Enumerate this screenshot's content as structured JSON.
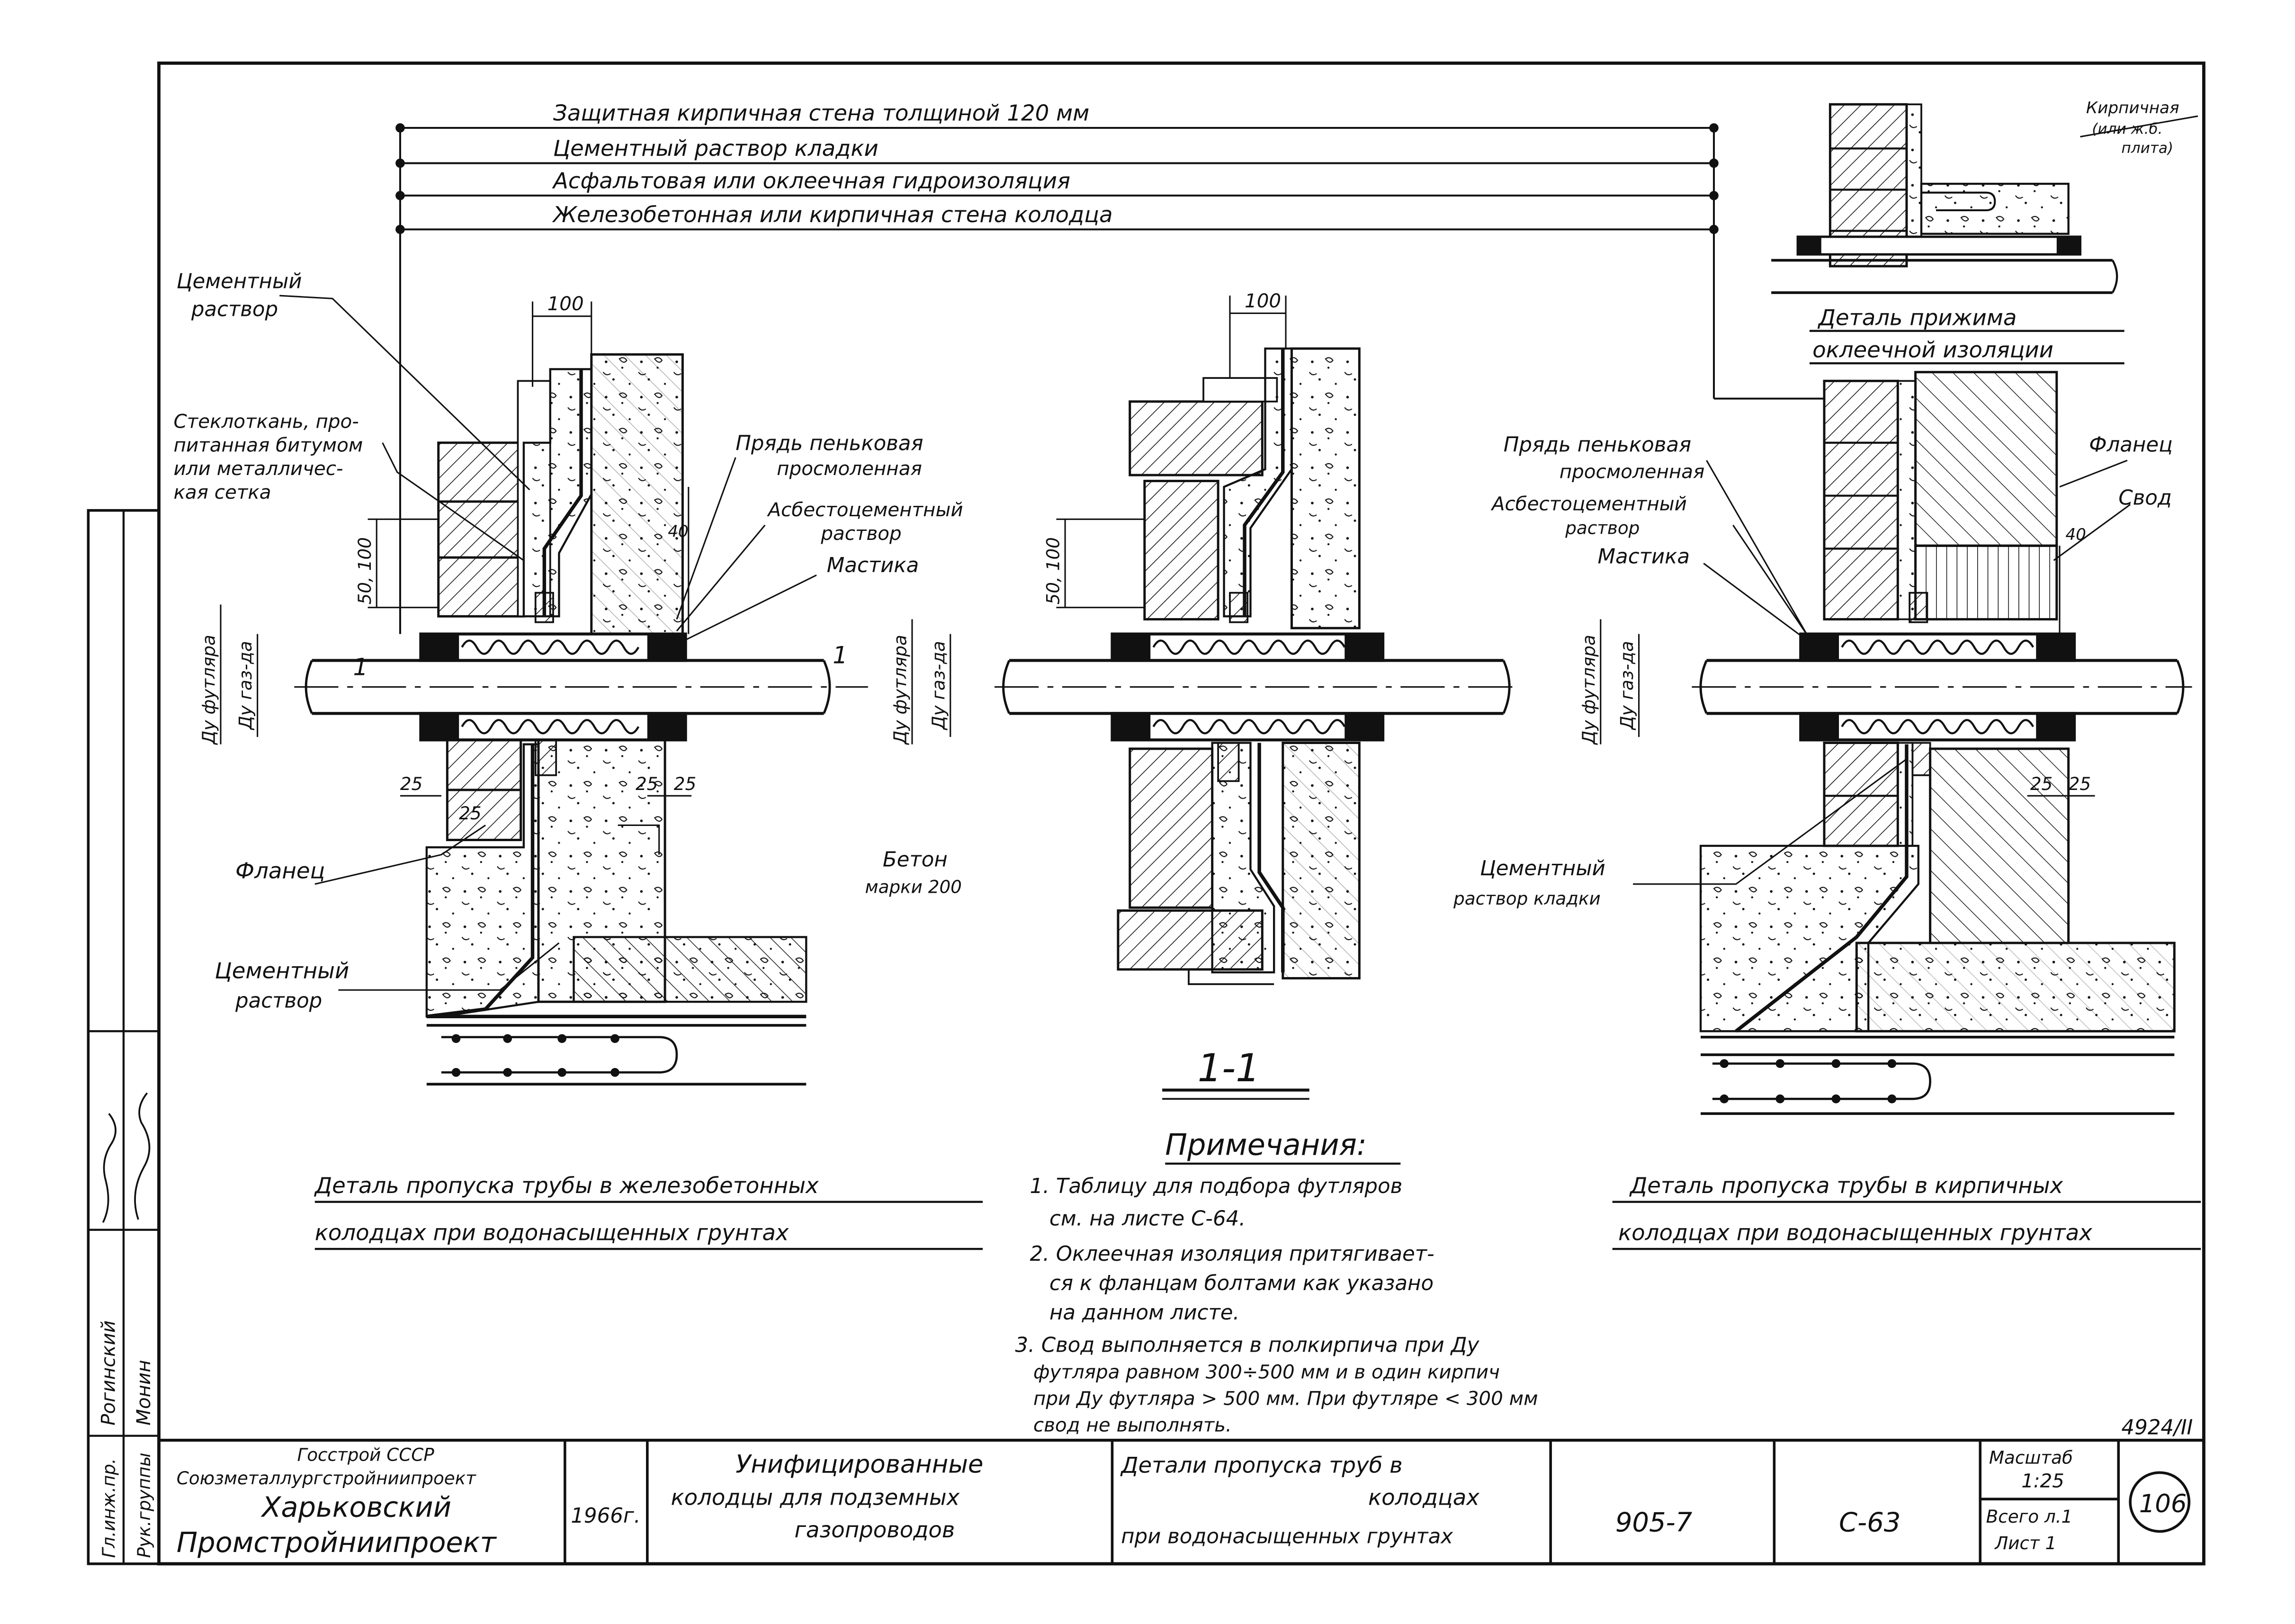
{
  "layers": {
    "l1": "Защитная кирпичная стена толщиной 120 мм",
    "l2": "Цементный раствор кладки",
    "l3": "Асфальтовая или оклеечная гидроизоляция",
    "l4": "Железобетонная или кирпичная стена колодца"
  },
  "left": {
    "cement1": [
      "Цементный",
      "раствор"
    ],
    "glass": [
      "Стеклоткань, про-",
      "питанная битумом",
      "или металличес-",
      "кая сетка"
    ],
    "hemp": [
      "Прядь пеньковая",
      "просмоленная"
    ],
    "asb": [
      "Асбестоцементный",
      "раствор"
    ],
    "mastic": "Мастика",
    "flange": "Фланец",
    "concrete": [
      "Бетон",
      "марки 200"
    ],
    "cement2": [
      "Цементный",
      "раствор"
    ],
    "dim100": "100",
    "dim50": "50, 100",
    "dim40": "40",
    "dim25a": "25",
    "dim25b": "25",
    "dim25c": "25",
    "dim25d": "25",
    "du_sleeve": "Ду футляра",
    "du_pipe": "Ду газ-да",
    "sec": "1",
    "title1": "Деталь пропуска трубы в железобетонных",
    "title2": "колодцах при водонасыщенных грунтах"
  },
  "center": {
    "dim100": "100",
    "dim50": "50, 100",
    "du_sleeve": "Ду футляра",
    "du_pipe": "Ду газ-да",
    "section": "1-1"
  },
  "right": {
    "brick": [
      "Кирпичная",
      "(или ж.б.",
      "плита)"
    ],
    "detail": [
      "Деталь прижима",
      "оклеечной изоляции"
    ],
    "hemp": [
      "Прядь пеньковая",
      "просмоленная"
    ],
    "asb": [
      "Асбестоцементный",
      "раствор"
    ],
    "mastic": "Мастика",
    "flange": "Фланец",
    "vault": "Свод",
    "dim40": "40",
    "dim25a": "25",
    "dim25b": "25",
    "cement": [
      "Цементный",
      "раствор кладки"
    ],
    "du_sleeve": "Ду футляра",
    "du_pipe": "Ду газ-да",
    "title1": "Деталь пропуска трубы в кирпичных",
    "title2": "колодцах при водонасыщенных грунтах"
  },
  "notes": {
    "heading": "Примечания:",
    "lines": [
      "1. Таблицу для подбора футляров",
      "   см. на листе С-64.",
      "2. Оклеечная изоляция притягивает-",
      "   ся к фланцам болтами как указано",
      "   на данном листе.",
      "3. Свод выполняется в полкирпича при Ду",
      "   футляра равном 300÷500 мм и в один кирпич",
      "   при Ду футляра > 500 мм. При футляре < 300 мм",
      "   свод не выполнять."
    ]
  },
  "side_stamp": {
    "r1": "Гл.инж.пр.",
    "r2": "Рук.группы",
    "n1": "Рогинский",
    "n2": "Монин"
  },
  "title_block": {
    "org": [
      "Госстрой СССР",
      "Союзметаллургстройниипроект",
      "Харьковский",
      "Промстройниипроект"
    ],
    "year": "1966г.",
    "project": [
      "Унифицированные",
      "колодцы для подземных",
      "газопроводов"
    ],
    "sheet_title": [
      "Детали пропуска труб в",
      "колодцах",
      "при водонасыщенных грунтах"
    ],
    "series": "905-7",
    "sheet": "С-63",
    "scale_lbl": "Масштаб",
    "scale": "1:25",
    "total": "Всего л.1",
    "list": "Лист 1",
    "page": "106",
    "code": "4924/II"
  }
}
